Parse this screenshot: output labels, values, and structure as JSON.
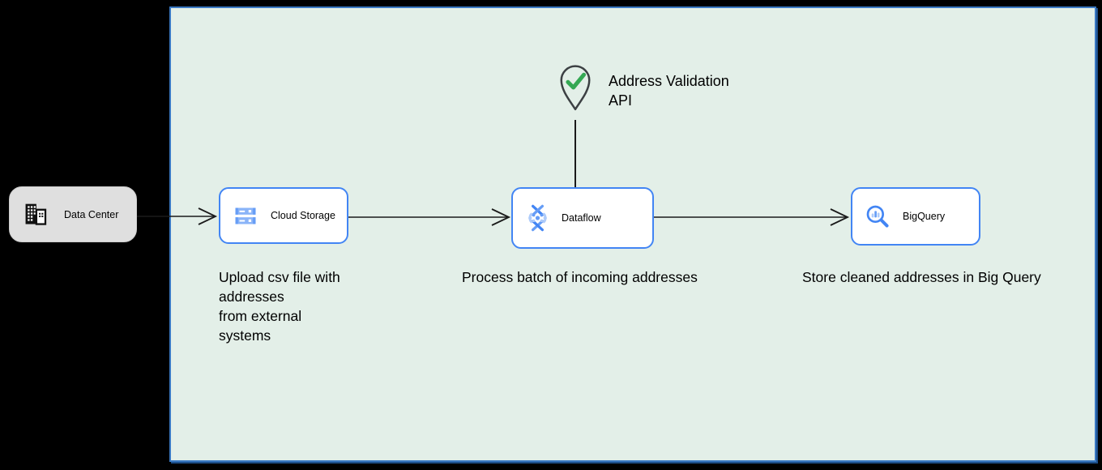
{
  "colors": {
    "canvas_bg": "#000000",
    "panel_bg": "#e3efe8",
    "panel_border": "#3a79c3",
    "node_border": "#4285f4",
    "node_bg": "#ffffff",
    "data_center_bg": "#dfdfdf",
    "edge_color": "#1a1a1a",
    "pin_outline": "#3c4043",
    "check_green": "#34a853",
    "icon_blue": "#4285f4",
    "icon_blue_mid": "#669df6",
    "icon_blue_light": "#8ab4f8",
    "icon_blue_pale": "#aecbfa",
    "text_color": "#000000"
  },
  "data_center": {
    "label": "Data Center",
    "icon": "office-building-icon"
  },
  "nodes": {
    "cloud_storage": {
      "label": "Cloud Storage",
      "icon": "cloud-storage-icon"
    },
    "dataflow": {
      "label": "Dataflow",
      "icon": "dataflow-icon"
    },
    "bigquery": {
      "label": "BigQuery",
      "icon": "bigquery-icon"
    }
  },
  "address_validation": {
    "label_line1": "Address Validation",
    "label_line2": "API",
    "icon": "location-pin-check-icon"
  },
  "captions": {
    "upload_line1": "Upload csv file with",
    "upload_line2": "addresses",
    "upload_line3": "from external",
    "upload_line4": "systems",
    "process": "Process batch of incoming addresses",
    "store": "Store cleaned addresses in Big Query"
  },
  "edges": [
    {
      "from": "Data Center",
      "to": "Cloud Storage",
      "style": "open-arrow"
    },
    {
      "from": "Cloud Storage",
      "to": "Dataflow",
      "style": "open-arrow"
    },
    {
      "from": "Dataflow",
      "to": "BigQuery",
      "style": "open-arrow"
    },
    {
      "from": "Address Validation API",
      "to": "Dataflow",
      "style": "plain-line"
    }
  ]
}
